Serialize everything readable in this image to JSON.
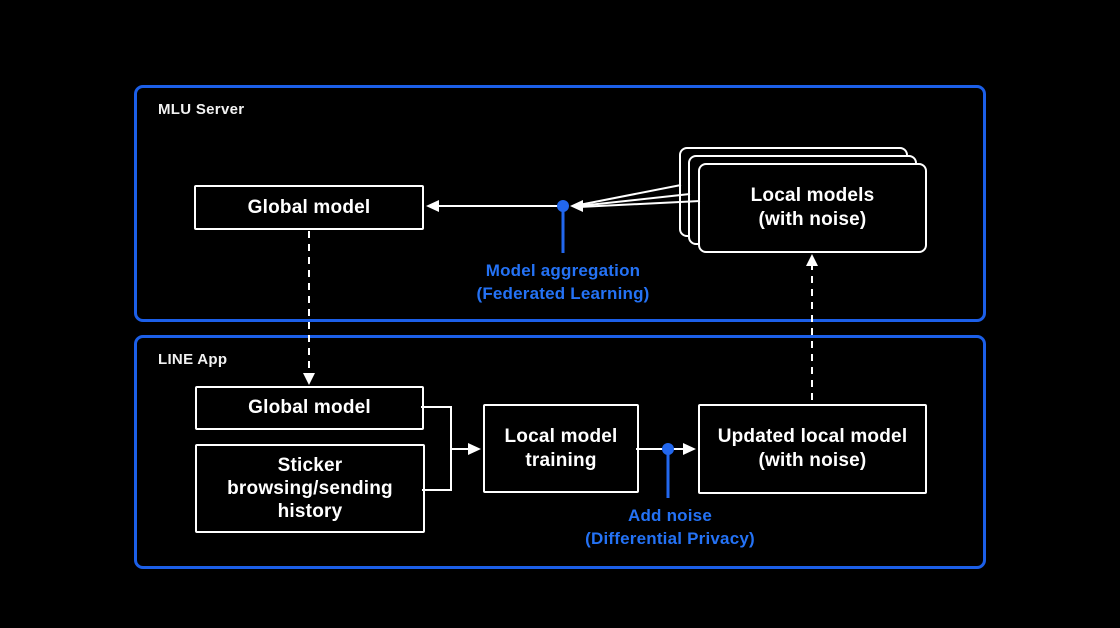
{
  "colors": {
    "background": "#000000",
    "panel_border_blue": "#1c5fe8",
    "accent_blue": "#2267ee",
    "annotation_blue": "#2472f5",
    "box_border": "#ffffff",
    "text": "#ffffff"
  },
  "panels": {
    "server": {
      "label": "MLU Server"
    },
    "app": {
      "label": "LINE App"
    }
  },
  "nodes": {
    "server_global": {
      "label": "Global model"
    },
    "local_models": {
      "lines": [
        "Local models",
        "(with noise)"
      ]
    },
    "app_global": {
      "label": "Global model"
    },
    "sticker_history": {
      "lines": [
        "Sticker",
        "browsing/sending",
        "history"
      ]
    },
    "local_training": {
      "lines": [
        "Local model",
        "training"
      ]
    },
    "updated_local": {
      "lines": [
        "Updated local model",
        "(with noise)"
      ]
    }
  },
  "annotations": {
    "aggregation": {
      "lines": [
        "Model aggregation",
        "(Federated Learning)"
      ]
    },
    "noise": {
      "lines": [
        "Add noise",
        "(Differential Privacy)"
      ]
    }
  }
}
